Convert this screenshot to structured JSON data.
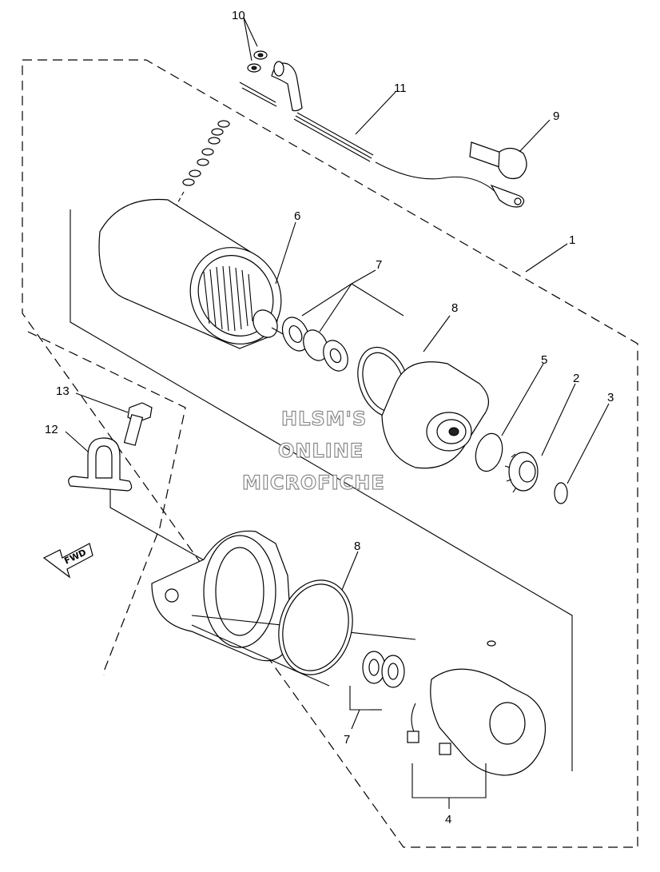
{
  "callouts": {
    "c1": "1",
    "c2": "2",
    "c3": "3",
    "c4": "4",
    "c5": "5",
    "c6": "6",
    "c7a": "7",
    "c7b": "7",
    "c8a": "8",
    "c8b": "8",
    "c9": "9",
    "c10": "10",
    "c11": "11",
    "c12": "12",
    "c13": "13"
  },
  "watermark": {
    "line1": "HLSM'S",
    "line2": "ONLINE",
    "line3": "MICROFICHE"
  },
  "fwd_label": "FWD"
}
